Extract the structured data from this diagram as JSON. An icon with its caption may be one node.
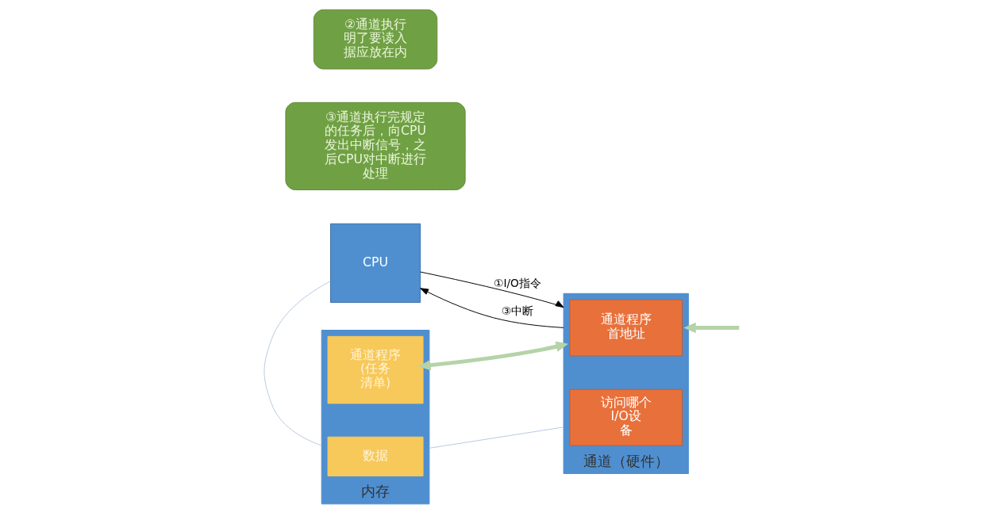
{
  "diagram": {
    "nodes": [
      {
        "text": [
          "CPU"
        ]
      },
      {
        "text": [
          "内存"
        ]
      },
      {
        "text": [
          "通道程序 (任务清单)"
        ],
        "in": 1
      },
      {
        "text": [
          "数据"
        ],
        "in": 1
      },
      {
        "text": [
          "通道（硬件）"
        ]
      },
      {
        "text": [
          "通道程序首地址"
        ],
        "in": 4
      },
      {
        "text": [
          "访问哪个 I/O设备"
        ],
        "in": 4
      },
      {
        "text": [
          "③通道执行完规定的任务后，向CPU发出中断信号，之后CPU对中断进行处理"
        ]
      },
      {
        "text": [
          "②通道执行明了要读入据应放在内"
        ]
      }
    ],
    "edges": [
      {
        "from": 0,
        "to": 4,
        "arrow": "to",
        "label": "①I/O指令"
      },
      {
        "from": 4,
        "to": 0,
        "arrow": "to",
        "label": "③中断"
      },
      {
        "from": 2,
        "to": 4,
        "arrow": "both",
        "style": "thick",
        "color": "#b5d3a8"
      },
      {
        "from": null,
        "to": 4,
        "arrow": "to",
        "style": "thick",
        "color": "#b5d3a8"
      },
      {
        "from": 0,
        "to": 1,
        "arrow": "none",
        "color": "#b8c8e0"
      },
      {
        "from": 1,
        "to": 4,
        "arrow": "none",
        "color": "#b8c8e0"
      }
    ]
  }
}
